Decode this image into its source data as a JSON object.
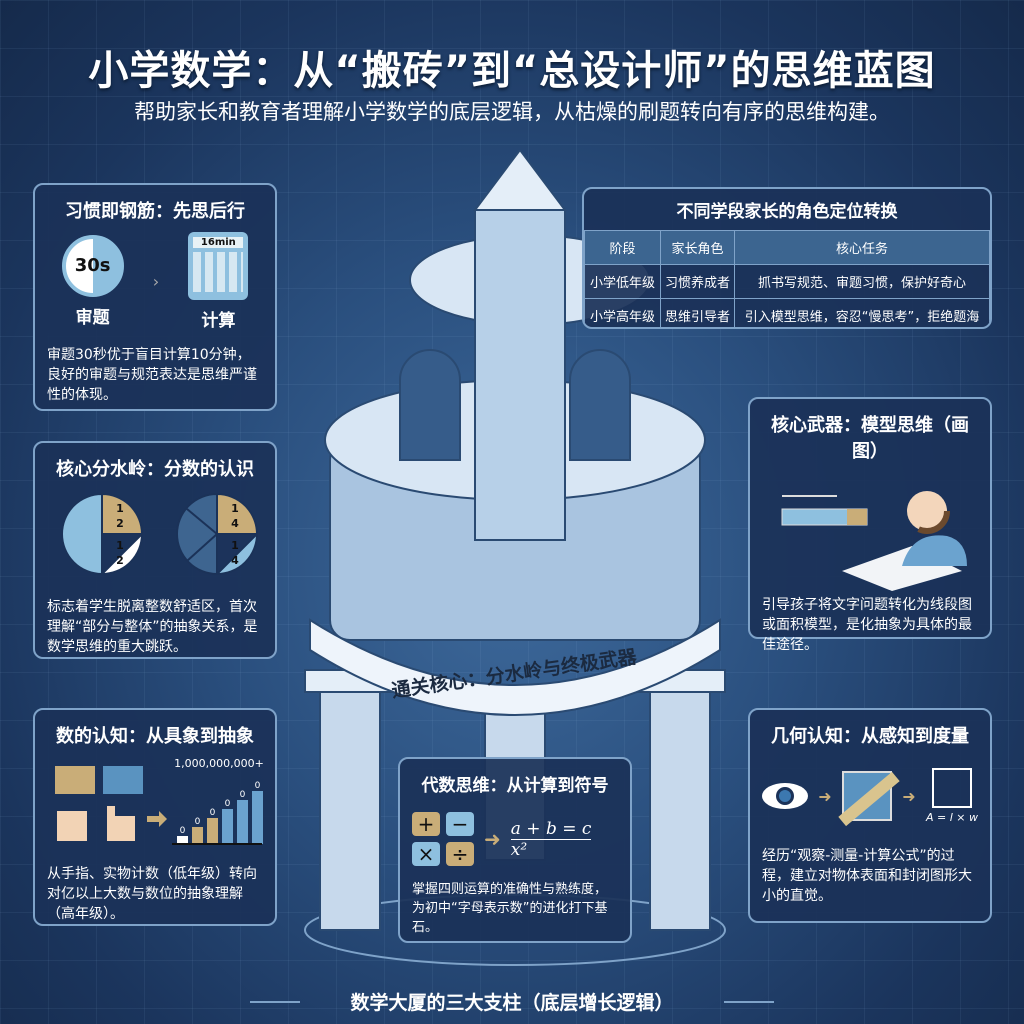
{
  "header": {
    "title": "小学数学：从“搬砖”到“总设计师”的思维蓝图",
    "subtitle": "帮助家长和教育者理解小学数学的底层逻辑，从枯燥的刷题转向有序的思维构建。"
  },
  "habit": {
    "title": "习惯即钢筋：先思后行",
    "timer": "30s",
    "timer_label": "审题",
    "calc_display": "16min",
    "calc_label": "计算",
    "text": "审题30秒优于盲目计算10分钟，良好的审题与规范表达是思维严谨性的体现。"
  },
  "roles": {
    "title": "不同学段家长的角色定位转换",
    "headers": [
      "阶段",
      "家长角色",
      "核心任务"
    ],
    "rows": [
      [
        "小学低年级",
        "习惯养成者",
        "抓书写规范、审题习惯，保护好奇心"
      ],
      [
        "小学高年级",
        "思维引导者",
        "引入模型思维，容忍“慢思考”，拒绝题海"
      ]
    ]
  },
  "fractions": {
    "title": "核心分水岭：分数的认识",
    "half": "1",
    "half_den": "2",
    "quarter": "1",
    "quarter_den": "4",
    "text": "标志着学生脱离整数舒适区，首次理解“部分与整体”的抽象关系，是数学思维的重大跳跃。"
  },
  "model": {
    "title": "核心武器：模型思维（画图）",
    "text": "引导孩子将文字问题转化为线段图或面积模型，是化抽象为具体的最佳途径。"
  },
  "center": {
    "banner": "通关核心：分水岭与终极武器"
  },
  "numbers": {
    "title": "数的认知：从具象到抽象",
    "big": "1,000,000,000+",
    "zero": "0",
    "text": "从手指、实物计数（低年级）转向对亿以上大数与数位的抽象理解（高年级）。"
  },
  "algebra": {
    "title": "代数思维：从计算到符号",
    "ops": [
      "+",
      "−",
      "×",
      "÷"
    ],
    "eq": "a + b = c",
    "x2": "x²",
    "text": "掌握四则运算的准确性与熟练度，为初中“字母表示数”的进化打下基石。"
  },
  "geometry": {
    "title": "几何认知：从感知到度量",
    "formula": "A = l × w",
    "text": "经历“观察-测量-计算公式”的过程，建立对物体表面和封闭图形大小的直觉。"
  },
  "footer": {
    "text": "数学大厦的三大支柱（底层增长逻辑）"
  },
  "colors": {
    "navy": "#1b3258",
    "gold": "#c9ad78",
    "lightblue": "#8ec0df"
  }
}
